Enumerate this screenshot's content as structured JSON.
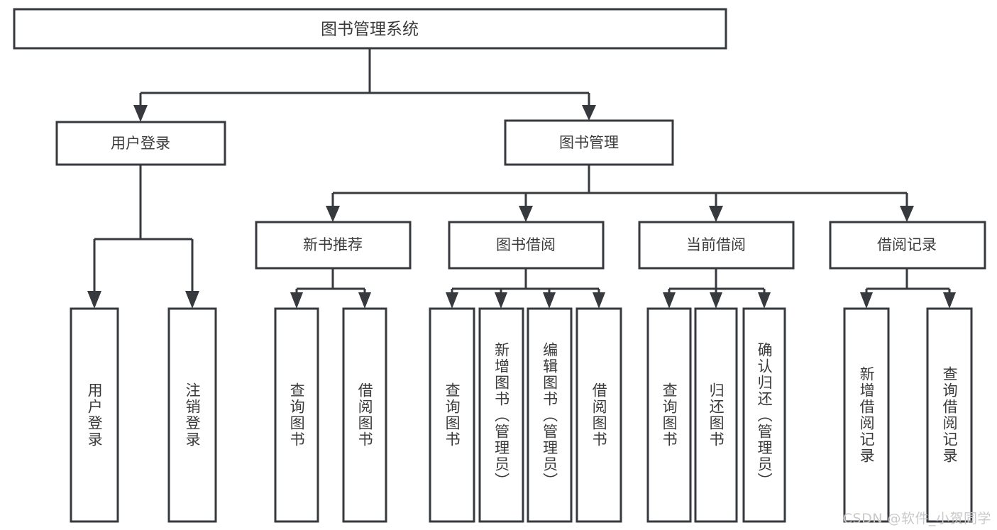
{
  "diagram": {
    "title_node": {
      "label": "图书管理系统"
    },
    "level2": [
      {
        "id": "user-login",
        "label": "用户登录"
      },
      {
        "id": "book-manage",
        "label": "图书管理"
      }
    ],
    "level3": [
      {
        "id": "new-book-recommend",
        "label": "新书推荐"
      },
      {
        "id": "book-borrow",
        "label": "图书借阅"
      },
      {
        "id": "current-borrow",
        "label": "当前借阅"
      },
      {
        "id": "borrow-record",
        "label": "借阅记录"
      }
    ],
    "leaves": {
      "user_login": [
        {
          "id": "leaf-user-login",
          "label": "用户登录"
        },
        {
          "id": "leaf-logout-login",
          "label": "注销登录"
        }
      ],
      "new_book_recommend": [
        {
          "id": "leaf-query-book-1",
          "label": "查询图书"
        },
        {
          "id": "leaf-borrow-book-1",
          "label": "借阅图书"
        }
      ],
      "book_borrow": [
        {
          "id": "leaf-query-book-2",
          "label": "查询图书"
        },
        {
          "id": "leaf-add-book",
          "label": "新增图书（管理员）"
        },
        {
          "id": "leaf-edit-book",
          "label": "编辑图书（管理员）"
        },
        {
          "id": "leaf-borrow-book-2",
          "label": "借阅图书"
        }
      ],
      "current_borrow": [
        {
          "id": "leaf-query-book-3",
          "label": "查询图书"
        },
        {
          "id": "leaf-return-book",
          "label": "归还图书"
        },
        {
          "id": "leaf-confirm-return",
          "label": "确认归还（管理员）"
        }
      ],
      "borrow_record": [
        {
          "id": "leaf-add-record",
          "label": "新增借阅记录"
        },
        {
          "id": "leaf-query-record",
          "label": "查询借阅记录"
        }
      ]
    },
    "watermark": "CSDN @软件_小贺同学",
    "colors": {
      "stroke": "#36393d",
      "text": "#3a3a3a",
      "background": "#ffffff",
      "watermark": "#c9c9c9"
    }
  }
}
